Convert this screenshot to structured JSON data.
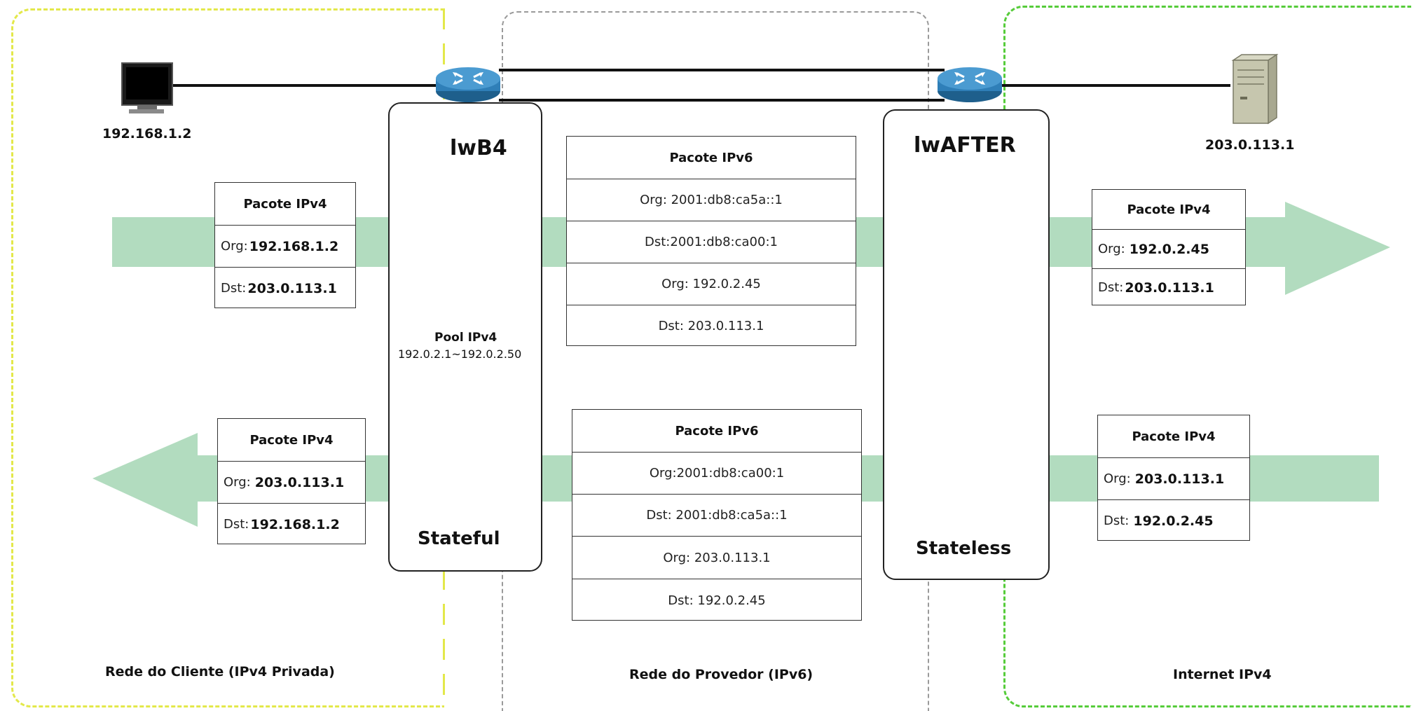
{
  "zones": {
    "client": "Rede do Cliente (IPv4 Privada)",
    "provider": "Rede do Provedor (IPv6)",
    "internet": "Internet IPv4"
  },
  "hosts": {
    "client_ip": "192.168.1.2",
    "server_ip": "203.0.113.1"
  },
  "lwb4": {
    "title": "lwB4",
    "pool_title": "Pool IPv4",
    "pool_range": "192.0.2.1~192.0.2.50",
    "mode": "Stateful"
  },
  "lwafter": {
    "title": "lwAFTER",
    "mode": "Stateless"
  },
  "packets": {
    "ipv4_out_client": {
      "title": "Pacote IPv4",
      "org_label": "Org:",
      "org": "192.168.1.2",
      "dst_label": "Dst:",
      "dst": "203.0.113.1"
    },
    "ipv6_out": {
      "title": "Pacote IPv6",
      "row1": "Org: 2001:db8:ca5a::1",
      "row2": "Dst:2001:db8:ca00:1",
      "row3": "Org: 192.0.2.45",
      "row4": "Dst: 203.0.113.1"
    },
    "ipv4_out_internet": {
      "title": "Pacote IPv4",
      "org_label": "Org:",
      "org": "192.0.2.45",
      "dst_label": "Dst:",
      "dst": "203.0.113.1"
    },
    "ipv4_in_client": {
      "title": "Pacote IPv4",
      "org_label": "Org:",
      "org": "203.0.113.1",
      "dst_label": "Dst:",
      "dst": "192.168.1.2"
    },
    "ipv6_in": {
      "title": "Pacote IPv6",
      "row1": "Org:2001:db8:ca00:1",
      "row2": "Dst: 2001:db8:ca5a::1",
      "row3": "Org: 203.0.113.1",
      "row4": "Dst: 192.0.2.45"
    },
    "ipv4_in_internet": {
      "title": "Pacote IPv4",
      "org_label": "Org:",
      "org": "203.0.113.1",
      "dst_label": "Dst:",
      "dst": "192.0.2.45"
    }
  },
  "icons": {
    "client": "computer-monitor-icon",
    "server": "server-tower-icon",
    "router": "router-icon"
  },
  "colors": {
    "arrow": "#b2dcbf",
    "client_zone": "#e3e84a",
    "provider_zone": "#9a9a9a",
    "internet_zone": "#56cc3a",
    "router": "#2f7fb8"
  }
}
